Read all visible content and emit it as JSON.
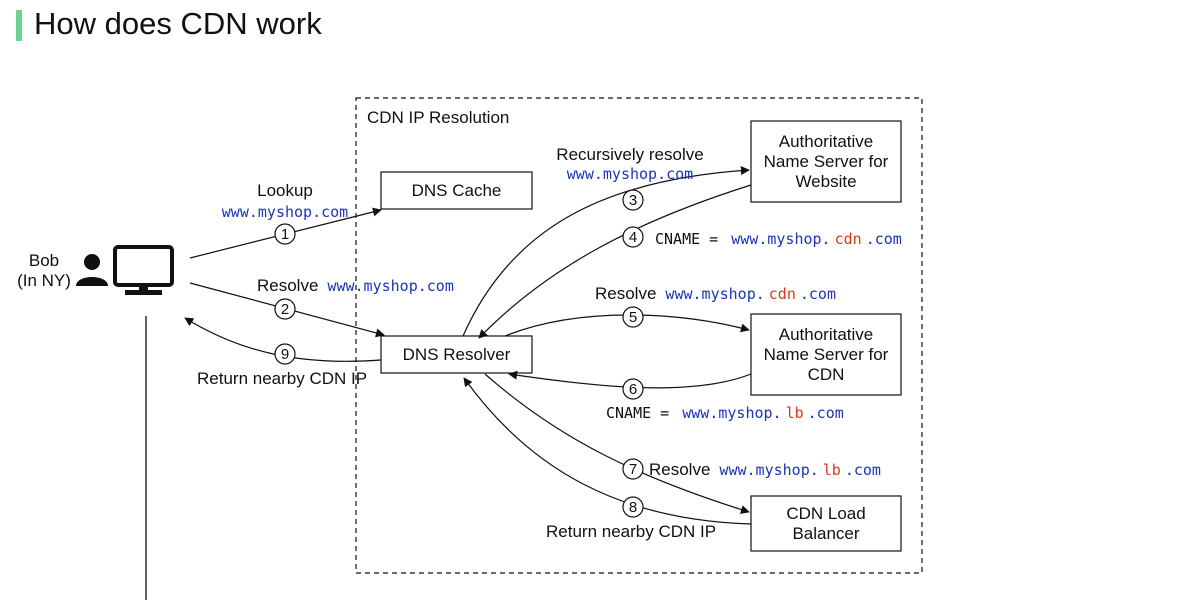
{
  "title": "How does CDN work",
  "colors": {
    "accent_bar": "#6fcf97",
    "domain_blue": "#1a35b8",
    "highlight_red": "#d93a1f",
    "text": "#111111"
  },
  "actor": {
    "name": "Bob",
    "location": "(In NY)",
    "icons": [
      "person-icon",
      "monitor-icon"
    ]
  },
  "group_label": "CDN IP Resolution",
  "nodes": {
    "dns_cache": "DNS Cache",
    "dns_resolver": "DNS Resolver",
    "auth_website": [
      "Authoritative",
      "Name Server for",
      "Website"
    ],
    "auth_cdn": [
      "Authoritative",
      "Name Server for",
      "CDN"
    ],
    "cdn_lb": [
      "CDN Load",
      "Balancer"
    ]
  },
  "steps": {
    "s1": {
      "num": "1",
      "label": "Lookup",
      "domain": "www.myshop.com"
    },
    "s2": {
      "num": "2",
      "prefix": "Resolve",
      "domain": "www.myshop.com"
    },
    "s3": {
      "num": "3",
      "label": "Recursively resolve",
      "domain": "www.myshop.com"
    },
    "s4": {
      "num": "4",
      "prefix": "CNAME = ",
      "d1": "www.myshop.",
      "d2": "cdn",
      "d3": ".com"
    },
    "s5": {
      "num": "5",
      "prefix": "Resolve",
      "d1": "www.myshop.",
      "d2": "cdn",
      "d3": ".com"
    },
    "s6": {
      "num": "6",
      "prefix": "CNAME = ",
      "d1": "www.myshop.",
      "d2": "lb",
      "d3": ".com"
    },
    "s7": {
      "num": "7",
      "prefix": "Resolve",
      "d1": "www.myshop.",
      "d2": "lb",
      "d3": ".com"
    },
    "s8": {
      "num": "8",
      "label": "Return nearby CDN IP"
    },
    "s9": {
      "num": "9",
      "label": "Return nearby CDN IP"
    }
  }
}
